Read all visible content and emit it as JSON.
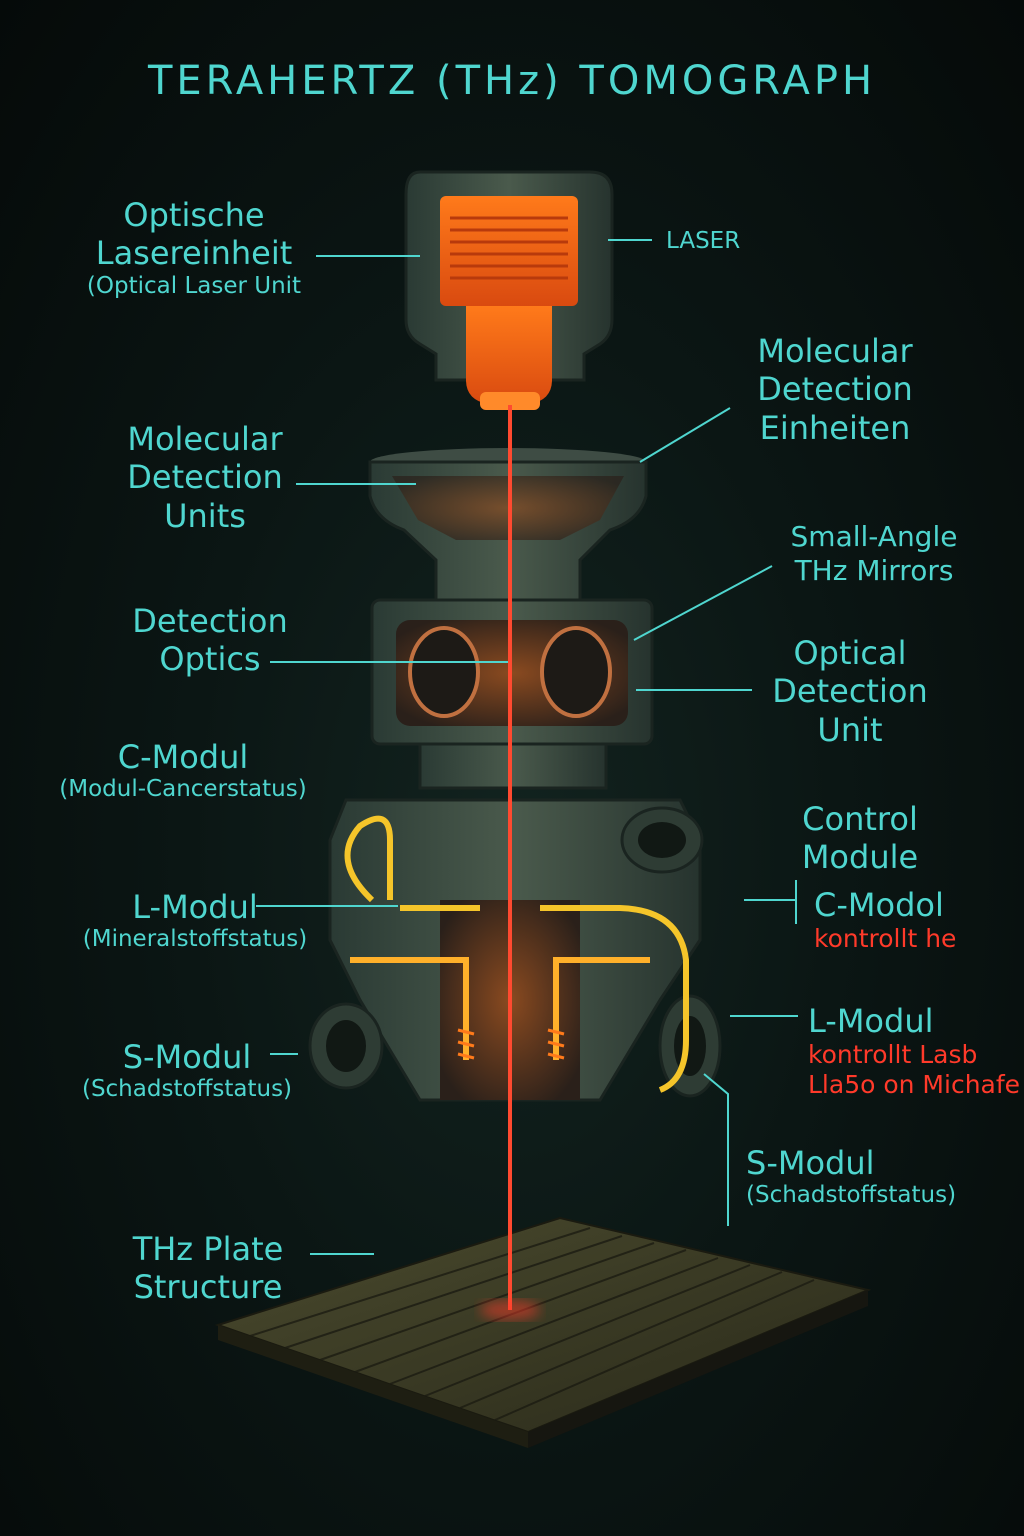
{
  "title": "TERAHERTZ (THz) TOMOGRAPH",
  "colors": {
    "accent": "#4fd6cf",
    "laser": "#ff3a2a",
    "body": "#3a4a42",
    "glow": "#ff7a1a",
    "wire": "#f5c52a"
  },
  "labels": {
    "optische_line1": "Optische",
    "optische_line2": "Lasereinheit",
    "optische_sub": "(Optical Laser Unit",
    "laser": "LASER",
    "mol_units_line1": "Molecular",
    "mol_units_line2": "Detection",
    "mol_units_line3": "Units",
    "mol_einheiten_line1": "Molecular",
    "mol_einheiten_line2": "Detection",
    "mol_einheiten_line3": "Einheiten",
    "small_angle_line1": "Small-Angle",
    "small_angle_line2": "THz Mirrors",
    "detection_optics_line1": "Detection",
    "detection_optics_line2": "Optics",
    "optical_detection_line1": "Optical",
    "optical_detection_line2": "Detection",
    "optical_detection_line3": "Unit",
    "c_modul": "C-Modul",
    "c_modul_sub": "(Modul-Cancerstatus)",
    "control_line1": "Control",
    "control_line2": "Module",
    "c_modol": "C-Modol",
    "kontrollt_he": "kontrollt  he",
    "l_modul_left": "L-Modul",
    "l_modul_left_sub": "(Mineralstoffstatus)",
    "l_modul_right": "L-Modul",
    "kontrollt_las": "kontrollt Lasb",
    "lla_on": "Lla5o on Michafe",
    "s_modul_left": "S-Modul",
    "s_modul_left_sub": "(Schadstoffstatus)",
    "s_modul_right": "S-Modul",
    "s_modul_right_sub": "(Schadstoffstatus)",
    "thz_plate_line1": "THz Plate",
    "thz_plate_line2": "Structure"
  }
}
